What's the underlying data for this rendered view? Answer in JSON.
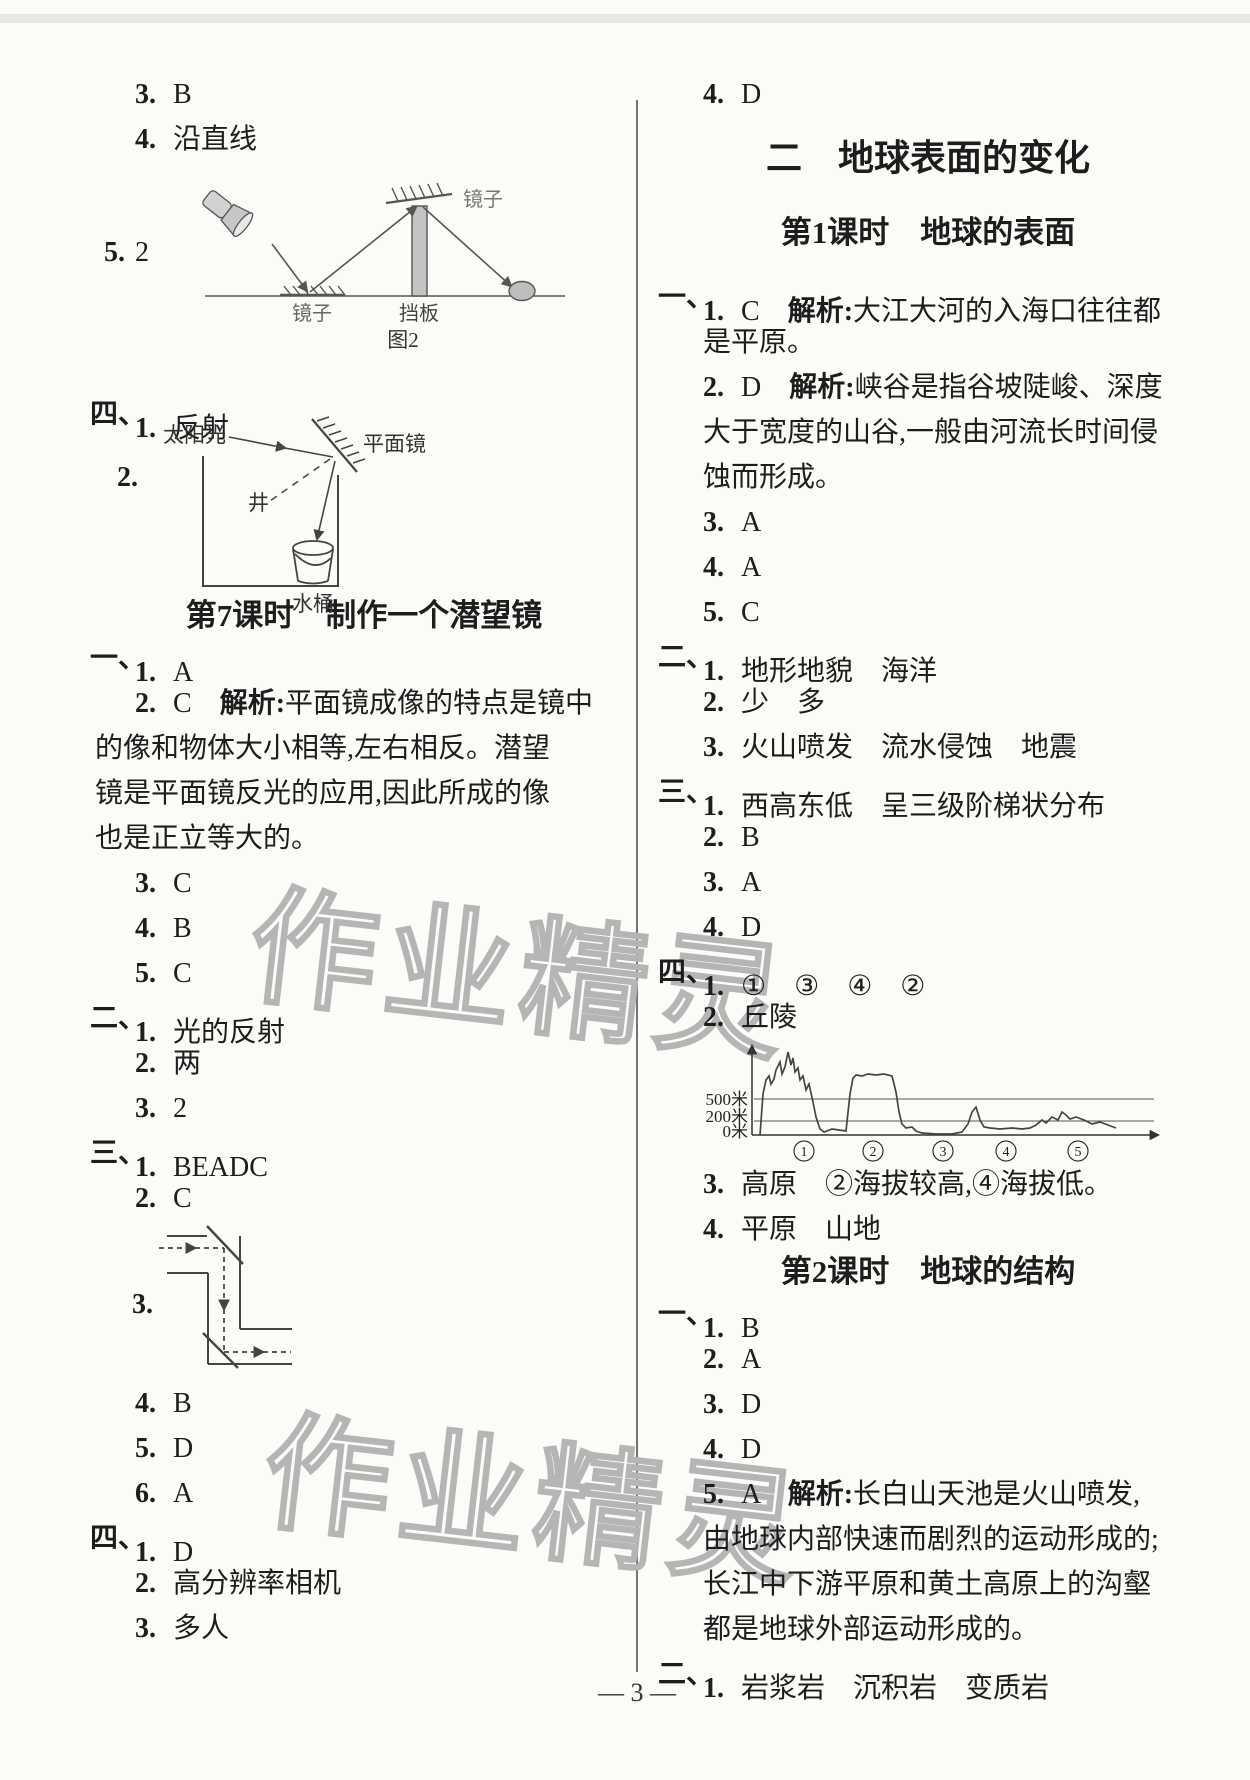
{
  "page": {
    "number": "— 3 —",
    "watermark": "作业精灵"
  },
  "left": {
    "heading1": "第7课时　制作一个潜望镜",
    "fig1_label": {
      "n": "5.",
      "t": "2"
    },
    "fig2_label": {
      "n": "2.",
      "t": ""
    },
    "fig3_label": {
      "n": "3.",
      "t": ""
    },
    "group1": [
      {
        "n": "3.",
        "segs": [
          {
            "t": "B"
          }
        ]
      },
      {
        "n": "4.",
        "segs": [
          {
            "t": "沿直线"
          }
        ]
      }
    ],
    "group2": [
      {
        "m": "四、",
        "n": "1.",
        "segs": [
          {
            "t": "反射"
          }
        ]
      }
    ],
    "group3": [
      {
        "m": "一、",
        "n": "1.",
        "segs": [
          {
            "t": "A"
          }
        ]
      },
      {
        "n": "2.",
        "segs": [
          {
            "t": "C　"
          },
          {
            "b": 1,
            "t": "解析:"
          },
          {
            "t": "平面镜成像的特点是镜中"
          }
        ]
      },
      {
        "w": 1,
        "segs": [
          {
            "t": "的像和物体大小相等,左右相反。潜望"
          }
        ]
      },
      {
        "w": 1,
        "segs": [
          {
            "t": "镜是平面镜反光的应用,因此所成的像"
          }
        ]
      },
      {
        "w": 1,
        "segs": [
          {
            "t": "也是正立等大的。"
          }
        ]
      },
      {
        "n": "3.",
        "segs": [
          {
            "t": "C"
          }
        ]
      },
      {
        "n": "4.",
        "segs": [
          {
            "t": "B"
          }
        ]
      },
      {
        "n": "5.",
        "segs": [
          {
            "t": "C"
          }
        ]
      },
      {
        "m": "二、",
        "n": "1.",
        "segs": [
          {
            "t": "光的反射"
          }
        ]
      },
      {
        "n": "2.",
        "segs": [
          {
            "t": "两"
          }
        ]
      },
      {
        "n": "3.",
        "segs": [
          {
            "t": "2"
          }
        ]
      },
      {
        "m": "三、",
        "n": "1.",
        "segs": [
          {
            "t": "BEADC"
          }
        ]
      },
      {
        "n": "2.",
        "segs": [
          {
            "t": "C"
          }
        ]
      }
    ],
    "group4": [
      {
        "n": "4.",
        "segs": [
          {
            "t": "B"
          }
        ]
      },
      {
        "n": "5.",
        "segs": [
          {
            "t": "D"
          }
        ]
      },
      {
        "n": "6.",
        "segs": [
          {
            "t": "A"
          }
        ]
      },
      {
        "m": "四、",
        "n": "1.",
        "segs": [
          {
            "t": "D"
          }
        ]
      },
      {
        "n": "2.",
        "segs": [
          {
            "t": "高分辨率相机"
          }
        ]
      },
      {
        "n": "3.",
        "segs": [
          {
            "t": "多人"
          }
        ]
      }
    ]
  },
  "right": {
    "unit_title": "二　地球表面的变化",
    "lesson1_title": "第1课时　地球的表面",
    "lesson2_title": "第2课时　地球的结构",
    "group1": [
      {
        "n": "4.",
        "segs": [
          {
            "t": "D"
          }
        ]
      }
    ],
    "group2": [
      {
        "m": "一、",
        "n": "1.",
        "segs": [
          {
            "t": "C　"
          },
          {
            "b": 1,
            "t": "解析:"
          },
          {
            "t": "大江大河的入海口往往都"
          }
        ]
      },
      {
        "w": 1,
        "segs": [
          {
            "t": "是平原。"
          }
        ]
      },
      {
        "n": "2.",
        "segs": [
          {
            "t": "D　"
          },
          {
            "b": 1,
            "t": "解析:"
          },
          {
            "t": "峡谷是指谷坡陡峻、深度"
          }
        ]
      },
      {
        "w": 1,
        "segs": [
          {
            "t": "大于宽度的山谷,一般由河流长时间侵"
          }
        ]
      },
      {
        "w": 1,
        "segs": [
          {
            "t": "蚀而形成。"
          }
        ]
      },
      {
        "n": "3.",
        "segs": [
          {
            "t": "A"
          }
        ]
      },
      {
        "n": "4.",
        "segs": [
          {
            "t": "A"
          }
        ]
      },
      {
        "n": "5.",
        "segs": [
          {
            "t": "C"
          }
        ]
      },
      {
        "m": "二、",
        "n": "1.",
        "segs": [
          {
            "t": "地形地貌　海洋"
          }
        ]
      },
      {
        "n": "2.",
        "segs": [
          {
            "t": "少　多"
          }
        ]
      },
      {
        "n": "3.",
        "segs": [
          {
            "t": "火山喷发　流水侵蚀　地震"
          }
        ]
      },
      {
        "m": "三、",
        "n": "1.",
        "segs": [
          {
            "t": "西高东低　呈三级阶梯状分布"
          }
        ]
      },
      {
        "n": "2.",
        "segs": [
          {
            "t": "B"
          }
        ]
      },
      {
        "n": "3.",
        "segs": [
          {
            "t": "A"
          }
        ]
      },
      {
        "n": "4.",
        "segs": [
          {
            "t": "D"
          }
        ]
      },
      {
        "m": "四、",
        "n": "1.",
        "segs": [
          {
            "t": "①　③　④　②"
          }
        ]
      },
      {
        "n": "2.",
        "segs": [
          {
            "t": "丘陵"
          }
        ]
      }
    ],
    "group3": [
      {
        "n": "3.",
        "segs": [
          {
            "t": "高原　②海拔较高,④海拔低。"
          }
        ]
      },
      {
        "n": "4.",
        "segs": [
          {
            "t": "平原　山地"
          }
        ]
      }
    ],
    "group4": [
      {
        "m": "一、",
        "n": "1.",
        "segs": [
          {
            "t": "B"
          }
        ]
      },
      {
        "n": "2.",
        "segs": [
          {
            "t": "A"
          }
        ]
      },
      {
        "n": "3.",
        "segs": [
          {
            "t": "D"
          }
        ]
      },
      {
        "n": "4.",
        "segs": [
          {
            "t": "D"
          }
        ]
      },
      {
        "n": "5.",
        "segs": [
          {
            "t": "A　"
          },
          {
            "b": 1,
            "t": "解析:"
          },
          {
            "t": "长白山天池是火山喷发,"
          }
        ]
      },
      {
        "w": 1,
        "segs": [
          {
            "t": "由地球内部快速而剧烈的运动形成的;"
          }
        ]
      },
      {
        "w": 1,
        "segs": [
          {
            "t": "长江中下游平原和黄土高原上的沟壑"
          }
        ]
      },
      {
        "w": 1,
        "segs": [
          {
            "t": "都是地球外部运动形成的。"
          }
        ]
      },
      {
        "m": "二、",
        "n": "1.",
        "segs": [
          {
            "t": "岩浆岩　沉积岩　变质岩"
          }
        ]
      }
    ]
  },
  "figures": {
    "fig1": {
      "mirror_ground": "镜子",
      "mirror_top": "镜子",
      "board": "挡板",
      "caption": "图2"
    },
    "fig2": {
      "sunlight": "太阳光",
      "mirror": "平面镜",
      "well": "井",
      "bucket": "水桶"
    },
    "elevation": {
      "y500": "500米",
      "y200": "200米",
      "y0": "0米",
      "marks": [
        "1",
        "2",
        "3",
        "4",
        "5"
      ]
    }
  }
}
